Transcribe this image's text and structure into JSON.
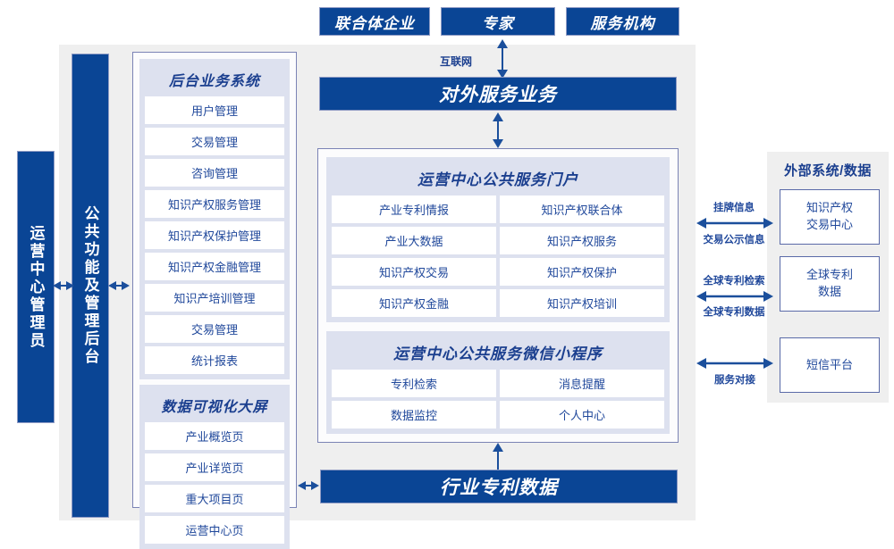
{
  "top_actors": [
    {
      "label": "联合体企业"
    },
    {
      "label": "专家"
    },
    {
      "label": "服务机构"
    }
  ],
  "connectors": {
    "internet_label": "互联网"
  },
  "external_service_bar": {
    "label": "对外服务业务"
  },
  "industry_data_bar": {
    "label": "行业专利数据"
  },
  "left_roles": [
    {
      "label": "运营中心管理员"
    },
    {
      "label": "公共功能及管理后台"
    }
  ],
  "backend_system": {
    "title": "后台业务系统",
    "items": [
      {
        "label": "用户管理"
      },
      {
        "label": "交易管理"
      },
      {
        "label": "咨询管理"
      },
      {
        "label": "知识产权服务管理"
      },
      {
        "label": "知识产权保护管理"
      },
      {
        "label": "知识产权金融管理"
      },
      {
        "label": "知识产培训管理"
      },
      {
        "label": "交易管理"
      },
      {
        "label": "统计报表"
      }
    ]
  },
  "data_visualization": {
    "title": "数据可视化大屏",
    "items": [
      {
        "label": "产业概览页"
      },
      {
        "label": "产业详览页"
      },
      {
        "label": "重大项目页"
      },
      {
        "label": "运营中心页"
      }
    ]
  },
  "public_portal": {
    "title": "运营中心公共服务门户",
    "items": [
      {
        "label": "产业专利情报"
      },
      {
        "label": "知识产权联合体"
      },
      {
        "label": "产业大数据"
      },
      {
        "label": "知识产权服务"
      },
      {
        "label": "知识产权交易"
      },
      {
        "label": "知识产权保护"
      },
      {
        "label": "知识产权金融"
      },
      {
        "label": "知识产权培训"
      }
    ]
  },
  "mini_program": {
    "title": "运营中心公共服务微信小程序",
    "items": [
      {
        "label": "专利检索"
      },
      {
        "label": "消息提醒"
      },
      {
        "label": "数据监控"
      },
      {
        "label": "个人中心"
      }
    ]
  },
  "external_systems": {
    "title": "外部系统/数据",
    "boxes": [
      {
        "label": "知识产权\n交易中心",
        "line1": "知识产权",
        "line2": "交易中心"
      },
      {
        "label": "全球专利\n数据",
        "line1": "全球专利",
        "line2": "数据"
      },
      {
        "label": "短信平台",
        "line1": "短信平台",
        "line2": ""
      }
    ],
    "links": [
      {
        "above": "挂牌信息",
        "below": "交易公示信息"
      },
      {
        "above": "全球专利检索",
        "below": "全球专利数据"
      },
      {
        "above": "",
        "below": "服务对接"
      }
    ]
  },
  "colors": {
    "brand_blue": "#0a4595",
    "arrow_blue": "#1b4f9c",
    "lavender": "#dde1ef",
    "stage_gray": "#efefef",
    "panel_border": "#7b83b5",
    "text_blue": "#20489b"
  }
}
